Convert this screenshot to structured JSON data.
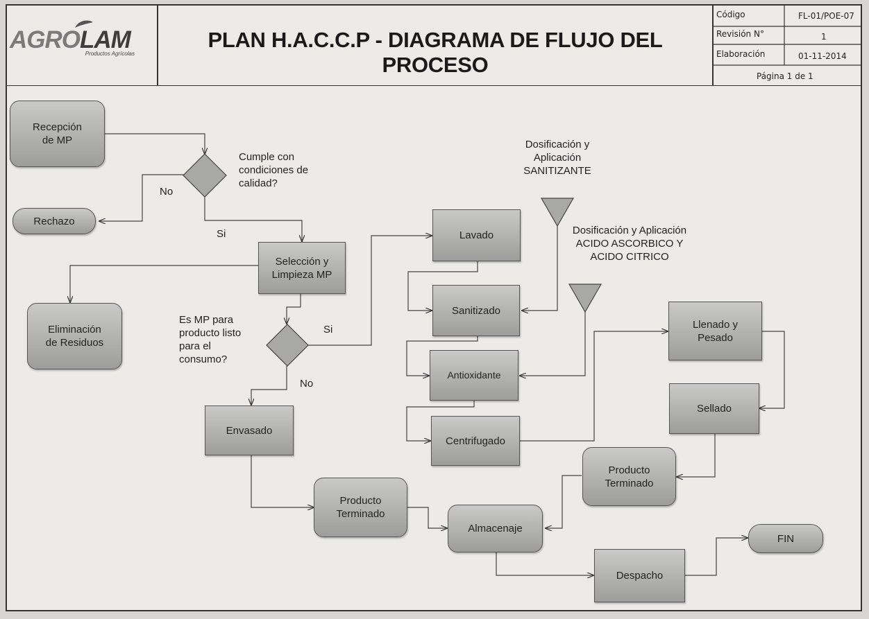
{
  "header": {
    "logo": {
      "brand_light": "AGRO",
      "brand_dark": "LAM",
      "tagline": "Productos Agrícolas"
    },
    "title": "PLAN H.A.C.C.P - DIAGRAMA DE FLUJO DEL PROCESO",
    "meta": {
      "codigo_label": "Código",
      "codigo_value": "FL-01/POE-07",
      "revision_label": "Revisión N°",
      "revision_value": "1",
      "elaboracion_label": "Elaboración",
      "elaboracion_value": "01-11-2014",
      "pagina": "Página 1 de 1"
    }
  },
  "nodes": {
    "recepcion": "Recepción de MP",
    "rechazo": "Rechazo",
    "seleccion": "Selección y Limpieza MP",
    "eliminacion": "Eliminación de Residuos",
    "envasado": "Envasado",
    "producto_terminado_1": "Producto Terminado",
    "almacenaje": "Almacenaje",
    "despacho": "Despacho",
    "fin": "FIN",
    "lavado": "Lavado",
    "sanitizado": "Sanitizado",
    "antioxidante": "Antioxidante",
    "centrifugado": "Centrifugado",
    "llenado": "Llenado y Pesado",
    "sellado": "Sellado",
    "producto_terminado_2": "Producto Terminado"
  },
  "decisions": {
    "calidad_question": "Cumple con condiciones de calidad?",
    "consumo_question": "Es MP para producto listo para el consumo?"
  },
  "edge_labels": {
    "calidad_no": "No",
    "calidad_si": "Si",
    "consumo_si": "Si",
    "consumo_no": "No"
  },
  "inputs": {
    "sanitizante": "Dosificación y Aplicación SANITIZANTE",
    "acido": "Dosificación y Aplicación ACIDO ASCORBICO Y ACIDO CITRICO"
  },
  "colors": {
    "box_top": "#c9c9c7",
    "box_bottom": "#9d9d9b",
    "line": "#333333"
  }
}
